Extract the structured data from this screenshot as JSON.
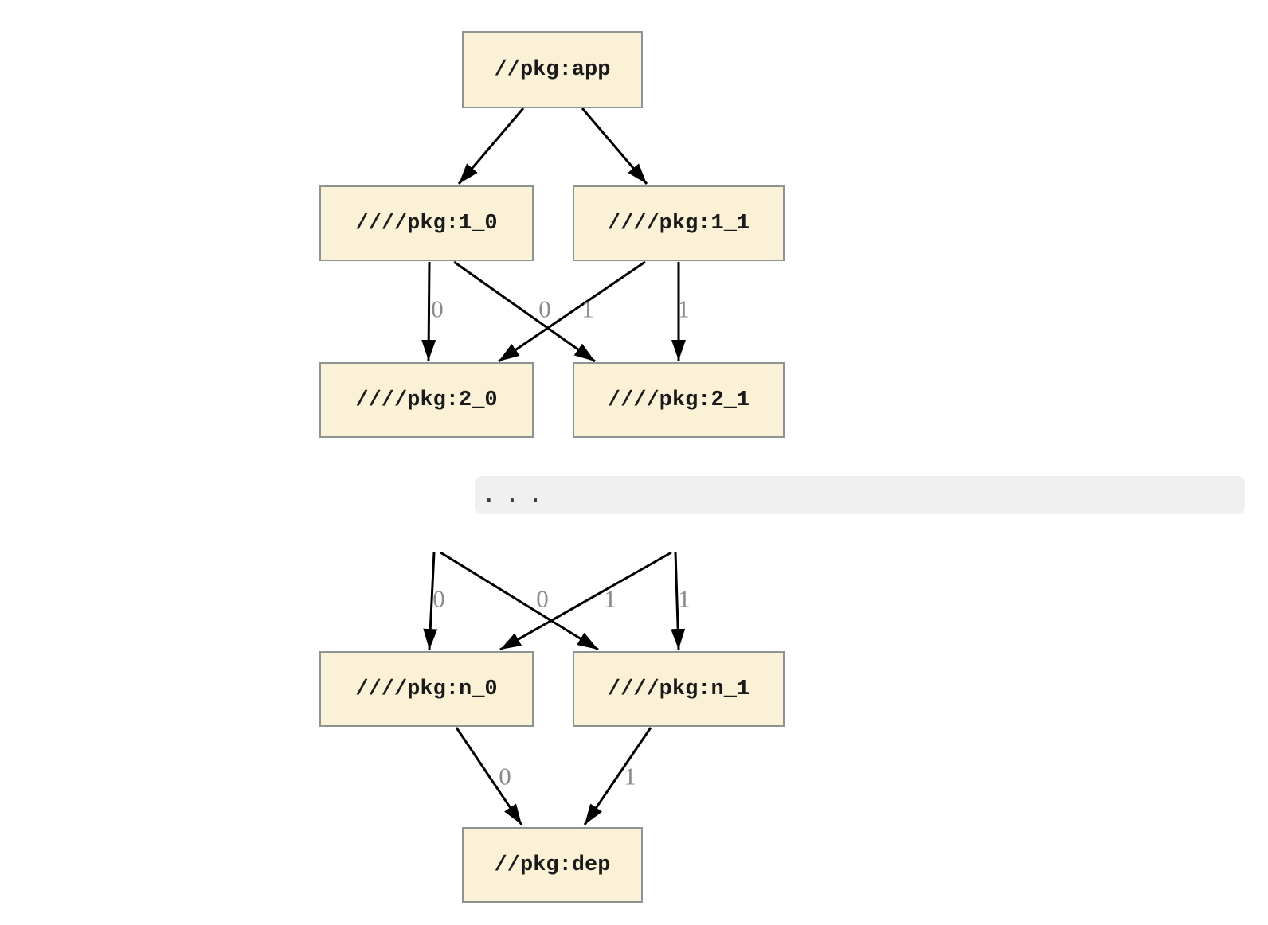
{
  "graph": {
    "background": "#ffffff",
    "colors": {
      "page_bg": "#ffffff",
      "node_fill": "#faf1d6",
      "node_border": "#8c9494",
      "node_text": "#1a1a1a",
      "edge": "#000000",
      "edge_label": "#8a8a8a",
      "band_bg": "#f0f0f0",
      "band_text": "#3a3a3a"
    },
    "nodes": [
      {
        "id": "app",
        "label": "//pkg:app"
      },
      {
        "id": "1_0",
        "label": "////pkg:1_0"
      },
      {
        "id": "1_1",
        "label": "////pkg:1_1"
      },
      {
        "id": "2_0",
        "label": "////pkg:2_0"
      },
      {
        "id": "2_1",
        "label": "////pkg:2_1"
      },
      {
        "id": "n_0",
        "label": "////pkg:n_0"
      },
      {
        "id": "n_1",
        "label": "////pkg:n_1"
      },
      {
        "id": "dep",
        "label": "//pkg:dep"
      }
    ],
    "edges": [
      {
        "from": "//pkg:app",
        "to": "////pkg:1_0",
        "label": ""
      },
      {
        "from": "//pkg:app",
        "to": "////pkg:1_1",
        "label": ""
      },
      {
        "from": "////pkg:1_0",
        "to": "////pkg:2_0",
        "label": "0"
      },
      {
        "from": "////pkg:1_0",
        "to": "////pkg:2_1",
        "label": "1"
      },
      {
        "from": "////pkg:1_1",
        "to": "////pkg:2_0",
        "label": "0"
      },
      {
        "from": "////pkg:1_1",
        "to": "////pkg:2_1",
        "label": "1"
      },
      {
        "from": "...",
        "to": "////pkg:n_0",
        "label": "0"
      },
      {
        "from": "...",
        "to": "////pkg:n_1",
        "label": "1"
      },
      {
        "from": "...",
        "to": "////pkg:n_0",
        "label": "0"
      },
      {
        "from": "...",
        "to": "////pkg:n_1",
        "label": "1"
      },
      {
        "from": "////pkg:n_0",
        "to": "//pkg:dep",
        "label": "0"
      },
      {
        "from": "////pkg:n_1",
        "to": "//pkg:dep",
        "label": "1"
      }
    ],
    "ellipsis": ". . ."
  }
}
